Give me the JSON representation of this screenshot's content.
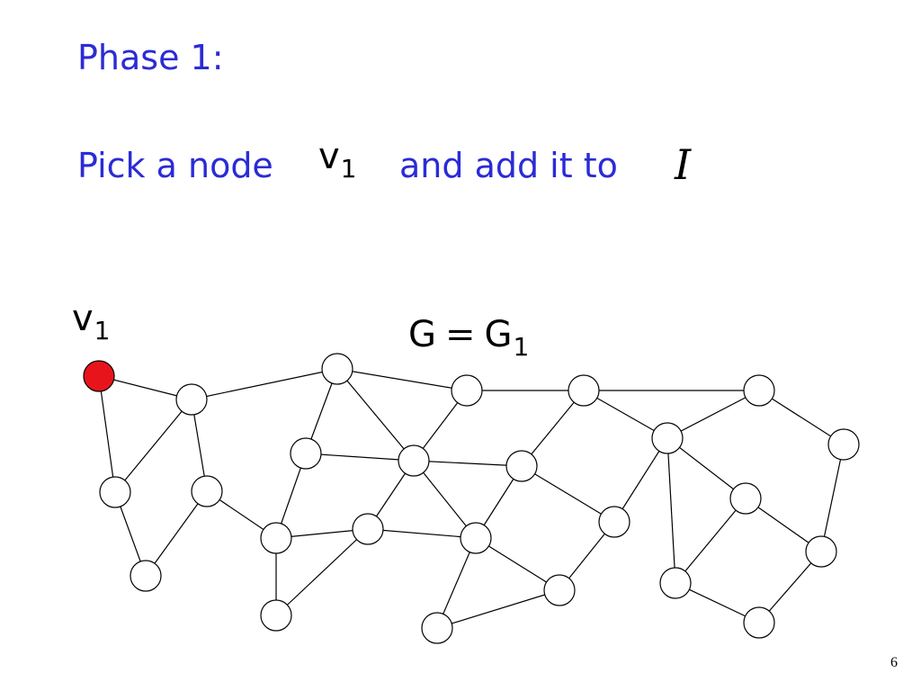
{
  "slide": {
    "heading": "Phase 1:",
    "instruction": {
      "part1": "Pick a node",
      "node_symbol": "v",
      "node_subscript": "1",
      "part2": "and add it to",
      "set_symbol": "I"
    },
    "graph_label": {
      "lhs": "G",
      "equals": "=",
      "rhs": "G",
      "rhs_subscript": "1"
    },
    "node_label": {
      "symbol": "v",
      "subscript": "1"
    },
    "page_number": "6",
    "colors": {
      "text_blue": "#2b2bd6",
      "selected_node": "#e8141b",
      "node_fill": "#ffffff",
      "edge": "#000000"
    }
  }
}
